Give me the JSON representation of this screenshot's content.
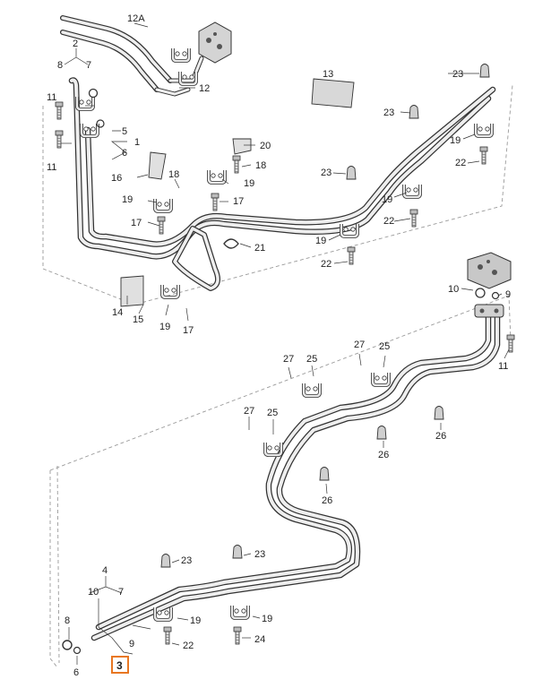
{
  "diagram": {
    "labels": [
      {
        "id": "12A",
        "text": "12A"
      },
      {
        "id": "2",
        "text": "2"
      },
      {
        "id": "8a",
        "text": "8"
      },
      {
        "id": "7a",
        "text": "7"
      },
      {
        "id": "12",
        "text": "12"
      },
      {
        "id": "11a",
        "text": "11"
      },
      {
        "id": "5",
        "text": "5"
      },
      {
        "id": "1",
        "text": "1"
      },
      {
        "id": "6a",
        "text": "6"
      },
      {
        "id": "11b",
        "text": "11"
      },
      {
        "id": "13",
        "text": "13"
      },
      {
        "id": "23a",
        "text": "23"
      },
      {
        "id": "23b",
        "text": "23"
      },
      {
        "id": "19a",
        "text": "19"
      },
      {
        "id": "22a",
        "text": "22"
      },
      {
        "id": "20",
        "text": "20"
      },
      {
        "id": "18a",
        "text": "18"
      },
      {
        "id": "16",
        "text": "16"
      },
      {
        "id": "18b",
        "text": "18"
      },
      {
        "id": "19b",
        "text": "19"
      },
      {
        "id": "19c",
        "text": "19"
      },
      {
        "id": "17a",
        "text": "17"
      },
      {
        "id": "17b",
        "text": "17"
      },
      {
        "id": "23c",
        "text": "23"
      },
      {
        "id": "19d",
        "text": "19"
      },
      {
        "id": "22b",
        "text": "22"
      },
      {
        "id": "21",
        "text": "21"
      },
      {
        "id": "19e",
        "text": "19"
      },
      {
        "id": "22c",
        "text": "22"
      },
      {
        "id": "10a",
        "text": "10"
      },
      {
        "id": "9a",
        "text": "9"
      },
      {
        "id": "14",
        "text": "14"
      },
      {
        "id": "15",
        "text": "15"
      },
      {
        "id": "19f",
        "text": "19"
      },
      {
        "id": "17c",
        "text": "17"
      },
      {
        "id": "27a",
        "text": "27"
      },
      {
        "id": "25a",
        "text": "25"
      },
      {
        "id": "27b",
        "text": "27"
      },
      {
        "id": "25b",
        "text": "25"
      },
      {
        "id": "11c",
        "text": "11"
      },
      {
        "id": "26a",
        "text": "26"
      },
      {
        "id": "27c",
        "text": "27"
      },
      {
        "id": "25c",
        "text": "25"
      },
      {
        "id": "26b",
        "text": "26"
      },
      {
        "id": "26c",
        "text": "26"
      },
      {
        "id": "4",
        "text": "4"
      },
      {
        "id": "23d",
        "text": "23"
      },
      {
        "id": "23e",
        "text": "23"
      },
      {
        "id": "10b",
        "text": "10"
      },
      {
        "id": "7b",
        "text": "7"
      },
      {
        "id": "19g",
        "text": "19"
      },
      {
        "id": "19h",
        "text": "19"
      },
      {
        "id": "8b",
        "text": "8"
      },
      {
        "id": "22d",
        "text": "22"
      },
      {
        "id": "24",
        "text": "24"
      },
      {
        "id": "9b",
        "text": "9"
      },
      {
        "id": "6b",
        "text": "6"
      }
    ],
    "highlight_label": "3"
  }
}
